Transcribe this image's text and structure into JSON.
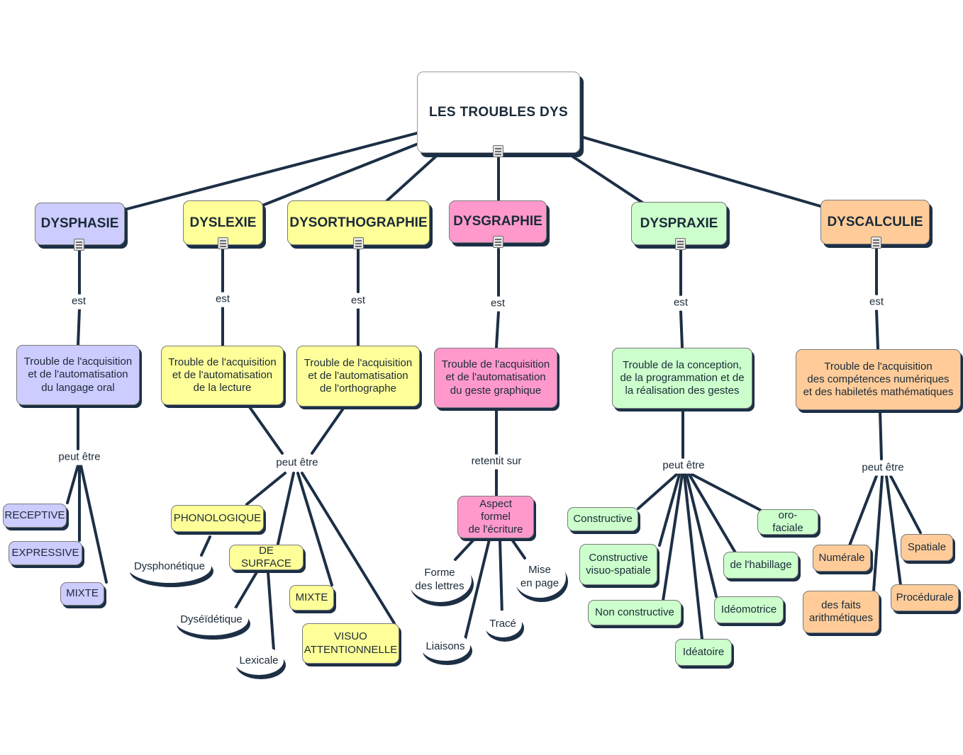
{
  "colors": {
    "dysphasie": "#ccccff",
    "dyslexie": "#ffff99",
    "dysorthographie": "#ffff99",
    "dysgraphie": "#ff99cc",
    "dyspraxie": "#ccffcc",
    "dyscalculie": "#ffcc99",
    "connector": "#1c2f45"
  },
  "root": {
    "title": "LES TROUBLES DYS"
  },
  "troubles": [
    {
      "name": "DYSPHASIE",
      "link": "est",
      "definition": "Trouble de l'acquisition\net de l'automatisation\ndu langage oral",
      "link2": "peut être",
      "types": [
        "RECEPTIVE",
        "EXPRESSIVE",
        "MIXTE"
      ]
    },
    {
      "name": "DYSLEXIE",
      "link": "est",
      "definition": "Trouble de l'acquisition\net de l'automatisation\nde la lecture"
    },
    {
      "name": "DYSORTHOGRAPHIE",
      "link": "est",
      "definition": "Trouble de l'acquisition\net de l'automatisation\nde l'orthographe"
    },
    {
      "name": "DYSGRAPHIE",
      "link": "est",
      "definition": "Trouble de l'acquisition\net de l'automatisation\ndu geste graphique",
      "link2": "retentit sur",
      "aspect": "Aspect formel\nde l'écriture",
      "elements": [
        "Forme\ndes lettres",
        "Mise\nen page",
        "Tracé",
        "Liaisons"
      ]
    },
    {
      "name": "DYSPRAXIE",
      "link": "est",
      "definition": "Trouble de la conception,\nde la programmation et de\nla réalisation des gestes",
      "link2": "peut être",
      "types": [
        "Constructive",
        "oro-faciale",
        "Constructive\nvisuo-spatiale",
        "de l'habillage",
        "Non constructive",
        "Idéomotrice",
        "Idéatoire"
      ]
    },
    {
      "name": "DYSCALCULIE",
      "link": "est",
      "definition": "Trouble de l'acquisition\ndes compétences numériques\net des habiletés mathématiques",
      "link2": "peut être",
      "types": [
        "Numérale",
        "Spatiale",
        "des faits\narithmétiques",
        "Procédurale"
      ]
    }
  ],
  "lecture_shared": {
    "link": "peut être",
    "types": [
      "PHONOLOGIQUE",
      "DE SURFACE",
      "MIXTE",
      "VISUO\nATTENTIONNELLE"
    ],
    "subtypes": [
      "Dysphonétique",
      "Dyséïdétique",
      "Lexicale"
    ]
  }
}
